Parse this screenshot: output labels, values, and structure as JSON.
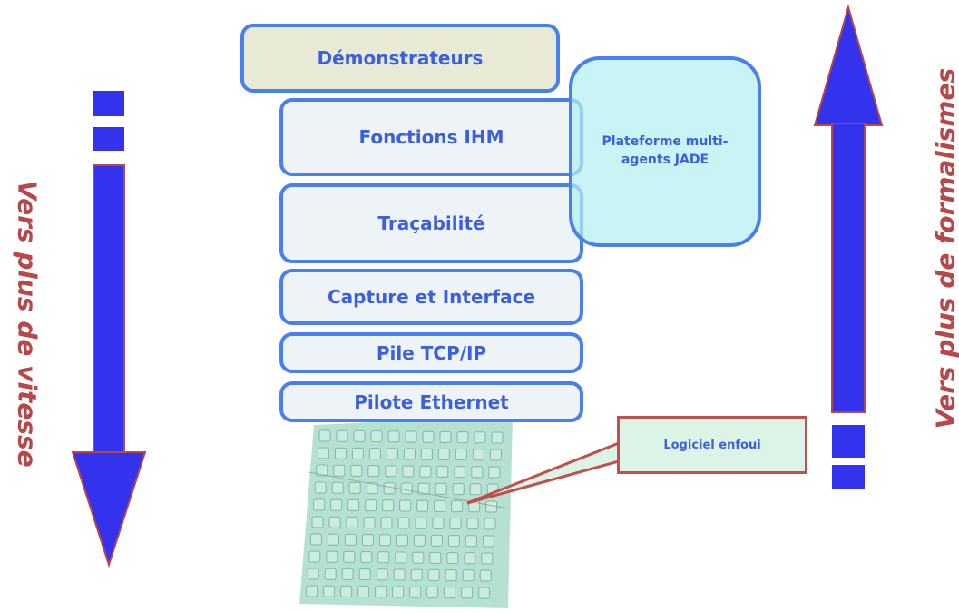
{
  "layers": {
    "demonstrateurs": "Démonstrateurs",
    "fonctions_ihm": "Fonctions IHM",
    "tracabilite": "Traçabilité",
    "capture_interface": "Capture et Interface",
    "pile_tcpip": "Pile TCP/IP",
    "pilote_ethernet": "Pilote Ethernet"
  },
  "platform": {
    "line1": "Plateforme multi-",
    "line2": "agents JADE"
  },
  "callout": {
    "label": "Logiciel enfoui"
  },
  "arrows": {
    "left_label": "Vers plus de vitesse",
    "right_label": "Vers plus de formalismes",
    "color": "#3333ee",
    "label_color": "#b8474a"
  },
  "icons": {
    "chip": "embedded-chip-icon"
  }
}
